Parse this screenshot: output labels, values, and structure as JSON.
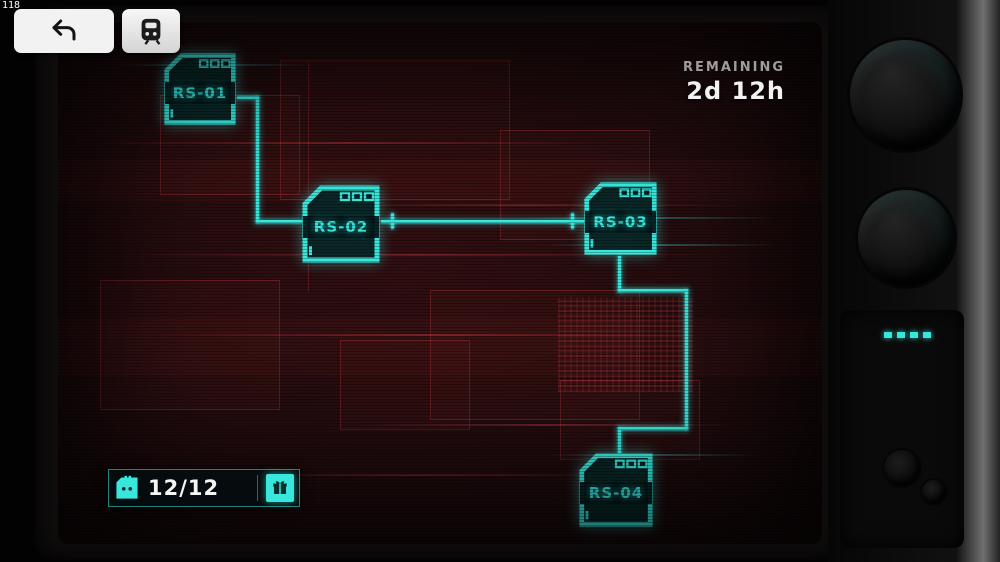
{
  "hud": {
    "debug_number": "118",
    "remaining_label": "REMAINING",
    "remaining_value": "2d 12h"
  },
  "toolbar": {
    "back_icon": "return-arrow-icon",
    "tram_icon": "tram-icon"
  },
  "nodes": [
    {
      "label": "RS-01"
    },
    {
      "label": "RS-02"
    },
    {
      "label": "RS-03"
    },
    {
      "label": "RS-04"
    }
  ],
  "counter": {
    "value": "12/12",
    "chip_icon": "data-chip-icon",
    "gift_icon": "gift-icon"
  },
  "colors": {
    "accent_cyan": "#38e6dc",
    "map_red": "#7a2026",
    "screen_bg": "#150a0b"
  }
}
